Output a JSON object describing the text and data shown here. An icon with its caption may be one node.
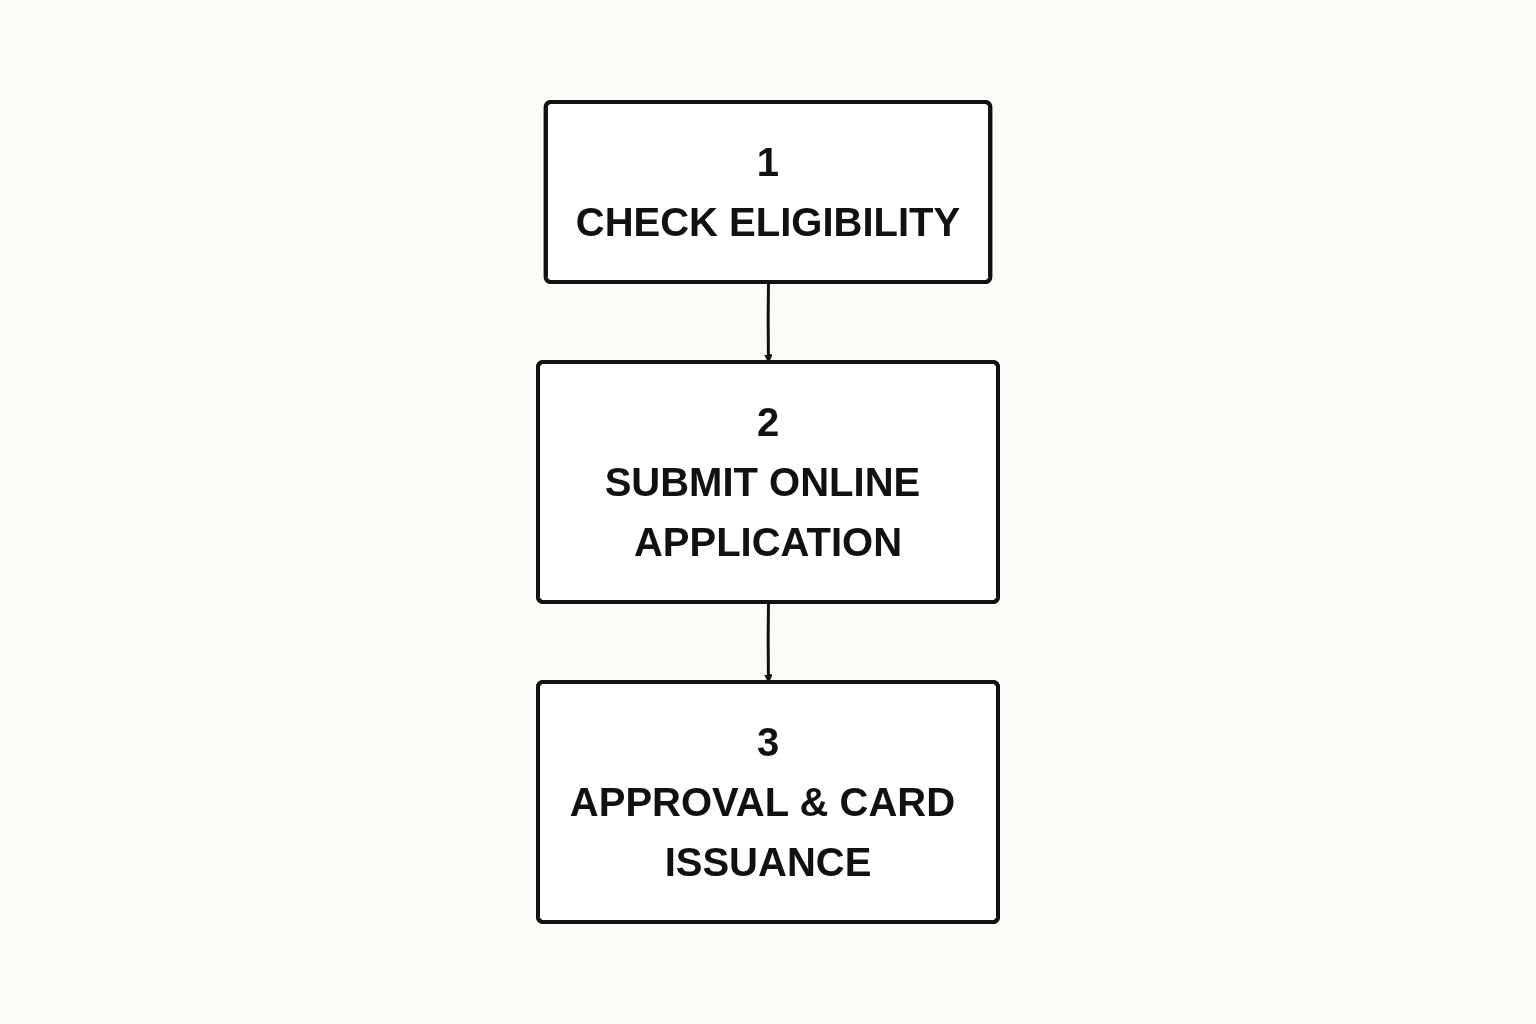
{
  "diagram": {
    "nodes": [
      {
        "text": [
          "1",
          "CHECK ELIGIBILITY"
        ]
      },
      {
        "text": [
          "2",
          "SUBMIT ONLINE APPLICATION"
        ]
      },
      {
        "text": [
          "3",
          "APPROVAL & CARD ISSUANCE"
        ]
      }
    ],
    "edges": [
      {
        "from": 0,
        "to": 1,
        "arrow": "to"
      },
      {
        "from": 1,
        "to": 2,
        "arrow": "to"
      }
    ]
  }
}
